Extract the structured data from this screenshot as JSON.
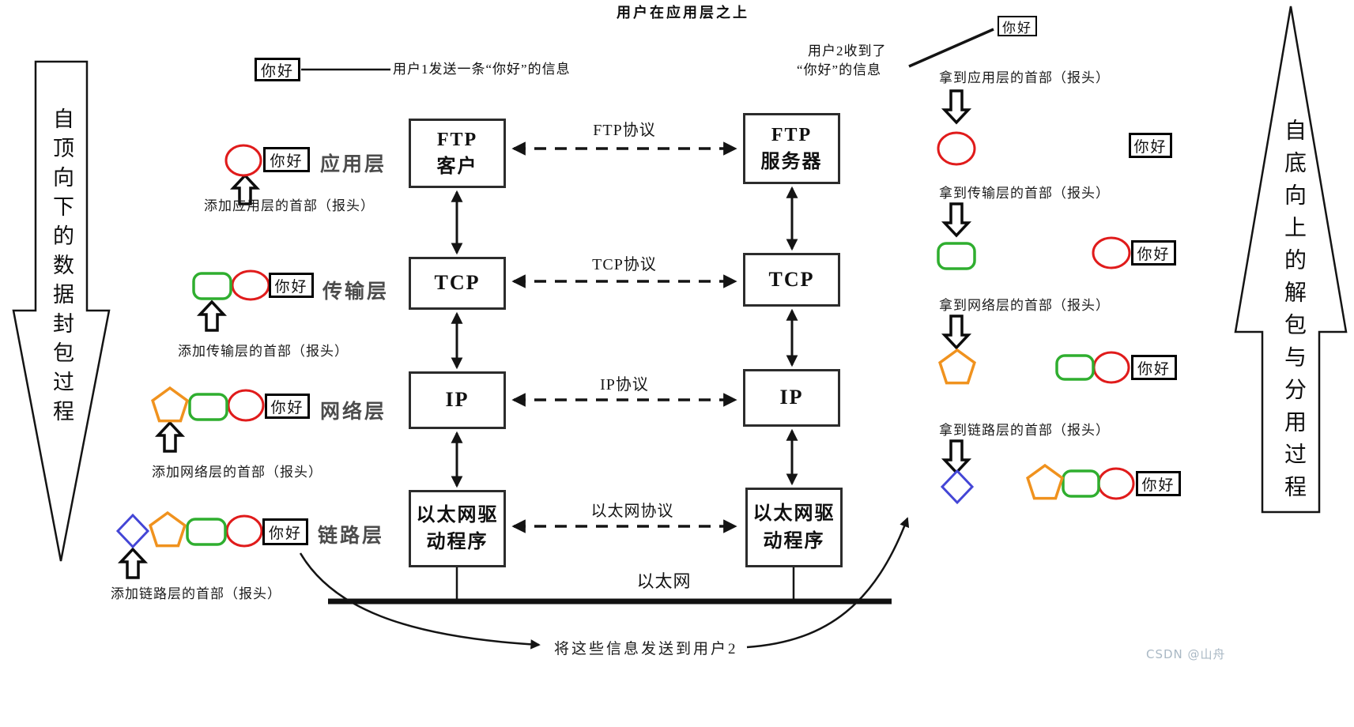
{
  "top": {
    "title": "用户在应用层之上",
    "user1_note": "用户1发送一条“你好”的信息",
    "user2_line1": "用户2收到了",
    "user2_line2": "“你好”的信息"
  },
  "hello": "你好",
  "arrows": {
    "left": "自顶向下的数据封包过程",
    "right": "自底向上的解包与分用过程"
  },
  "layers": {
    "app": "应用层",
    "transport": "传输层",
    "network": "网络层",
    "link": "链路层"
  },
  "stacks": {
    "client_app_l1": "FTP",
    "client_app_l2": "客户",
    "client_tcp": "TCP",
    "client_ip": "IP",
    "client_link_l1": "以太网驱",
    "client_link_l2": "动程序",
    "server_app_l1": "FTP",
    "server_app_l2": "服务器",
    "server_tcp": "TCP",
    "server_ip": "IP",
    "server_link_l1": "以太网驱",
    "server_link_l2": "动程序"
  },
  "protocols": {
    "ftp": "FTP协议",
    "tcp": "TCP协议",
    "ip": "IP协议",
    "ethernet": "以太网协议",
    "lan": "以太网"
  },
  "captions": {
    "add_app": "添加应用层的首部（报头）",
    "add_transport": "添加传输层的首部（报头）",
    "add_network": "添加网络层的首部（报头）",
    "add_link": "添加链路层的首部（报头）",
    "get_app": "拿到应用层的首部（报头）",
    "get_transport": "拿到传输层的首部（报头）",
    "get_network": "拿到网络层的首部（报头）",
    "get_link": "拿到链路层的首部（报头）",
    "send_to_user2": "将这些信息发送到用户2"
  },
  "watermark": {
    "text": "CSDN @山舟"
  },
  "colors": {
    "red": "#e01b1b",
    "green": "#2fae2f",
    "orange": "#f0921e",
    "blue": "#4446d6",
    "ink": "#141414"
  }
}
